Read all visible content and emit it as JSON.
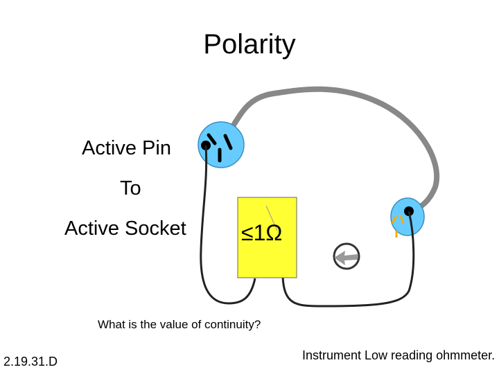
{
  "title": "Polarity",
  "labels": {
    "line1": "Active Pin",
    "line2": "To",
    "line3": "Active Socket"
  },
  "meter": {
    "reading": "≤1Ω",
    "body_color": "#ffff33",
    "needle_color": "#999999"
  },
  "question": "What is the value of continuity?",
  "reference": "2.19.31.D",
  "caption": "Instrument Low reading ohmmeter.",
  "colors": {
    "plug": "#66ccff",
    "lead": "#888888",
    "wire": "#222222",
    "pin_accent": "#ffaa00"
  }
}
